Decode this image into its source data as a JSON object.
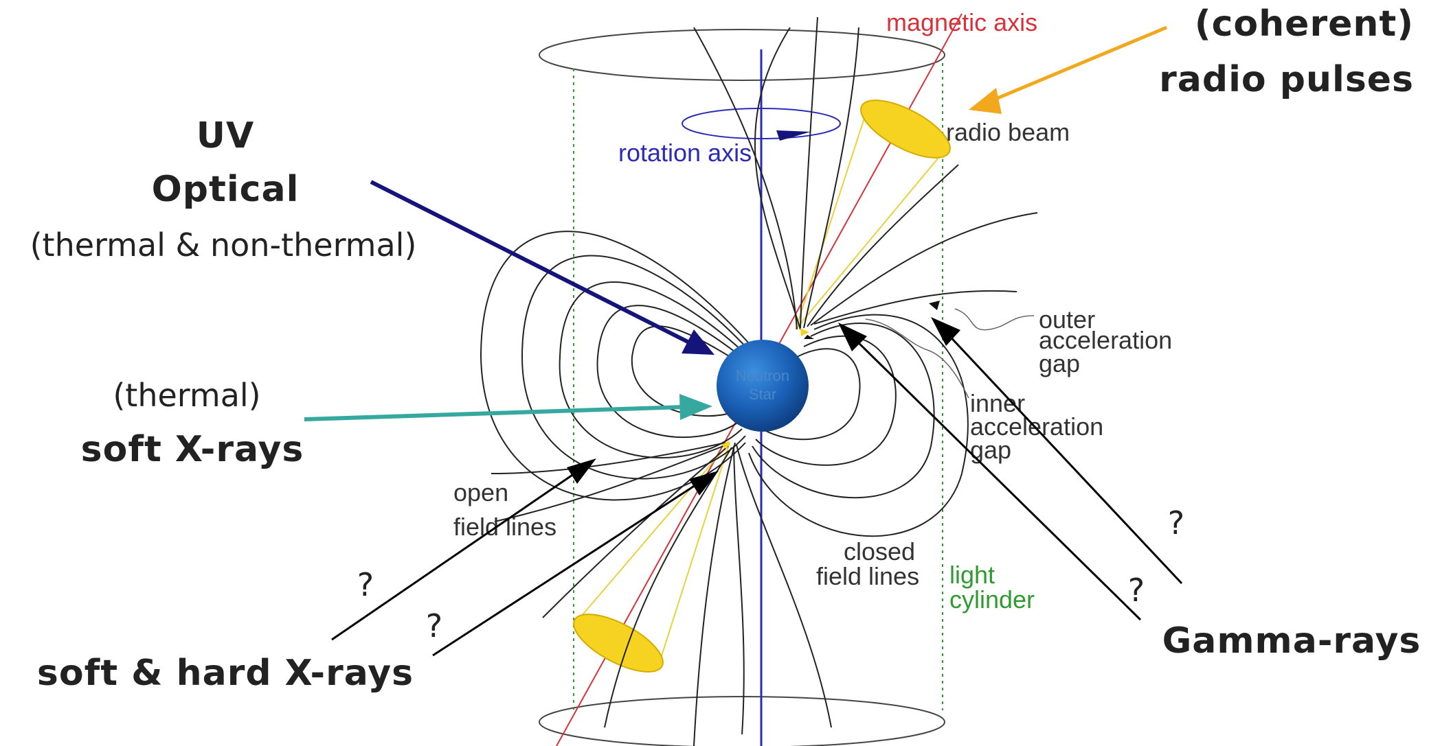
{
  "diagram_labels": {
    "magnetic_axis": "magnetic axis",
    "rotation_axis": "rotation axis",
    "radio_beam": "radio beam",
    "outer_gap": [
      "outer",
      "acceleration",
      "gap"
    ],
    "inner_gap": [
      "inner",
      "acceleration",
      "gap"
    ],
    "open_field_lines": [
      "open",
      "field lines"
    ],
    "closed_field_lines": [
      "closed",
      "field lines"
    ],
    "light_cylinder": [
      "light",
      "cylinder"
    ],
    "neutron_star": [
      "Neutron",
      "Star"
    ]
  },
  "annotations": {
    "radio": [
      "(coherent)",
      "radio pulses"
    ],
    "uv_optical": [
      "UV",
      "Optical",
      "(thermal & non-thermal)"
    ],
    "soft_xray_thermal": [
      "(thermal)",
      "soft X-rays"
    ],
    "soft_hard_xrays": "soft & hard X-rays",
    "gamma_rays": "Gamma-rays",
    "question_mark": "?"
  },
  "colors": {
    "magnetic_axis": "#d9313a",
    "rotation_axis": "#2b2bb8",
    "light_cylinder": "#2f9a2f",
    "radio_arrow": "#f2a81d",
    "uv_arrow": "#14147a",
    "xray_thermal_arrow": "#35a8a0",
    "black_arrow": "#000000",
    "beam_fill": "#f5d320",
    "star_core": "#1f6fc0"
  }
}
